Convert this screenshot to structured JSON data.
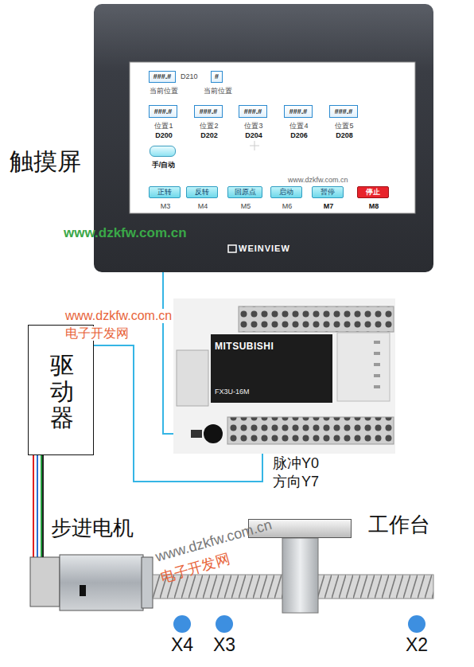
{
  "diagram": {
    "nodes": [
      {
        "text": [
          "触摸屏",
          "WEINVIEW"
        ]
      },
      {
        "text": [
          "###.#",
          "D210",
          "当前位置"
        ],
        "in": 0
      },
      {
        "text": [
          "#",
          "当前位置"
        ],
        "in": 0
      },
      {
        "text": [
          "###.#",
          "位置1",
          "D200"
        ],
        "in": 0
      },
      {
        "text": [
          "###.#",
          "位置2",
          "D202"
        ],
        "in": 0
      },
      {
        "text": [
          "###.#",
          "位置3",
          "D204"
        ],
        "in": 0
      },
      {
        "text": [
          "###.#",
          "位置4",
          "D206"
        ],
        "in": 0
      },
      {
        "text": [
          "###.#",
          "位置5",
          "D208"
        ],
        "in": 0
      },
      {
        "text": [
          "手/自动"
        ],
        "in": 0
      },
      {
        "text": [
          "正转",
          "M3"
        ],
        "in": 0
      },
      {
        "text": [
          "反转",
          "M4"
        ],
        "in": 0
      },
      {
        "text": [
          "回原点",
          "M5"
        ],
        "in": 0
      },
      {
        "text": [
          "启动",
          "M6"
        ],
        "in": 0
      },
      {
        "text": [
          "暂停",
          "M7"
        ],
        "in": 0
      },
      {
        "text": [
          "停止",
          "M8"
        ],
        "in": 0
      },
      {
        "text": [
          "驱动器"
        ]
      },
      {
        "text": [
          "MITSUBISHI",
          "FX3U-16M"
        ]
      },
      {
        "text": [
          "步进电机"
        ]
      },
      {
        "text": [
          "工作台"
        ]
      },
      {
        "text": [
          "X4"
        ]
      },
      {
        "text": [
          "X3"
        ]
      },
      {
        "text": [
          "X2"
        ]
      }
    ],
    "edges": [
      {
        "from": 0,
        "to": 16,
        "arrow": "none"
      },
      {
        "from": 16,
        "to": 15,
        "arrow": "none"
      },
      {
        "from": 15,
        "to": 17,
        "arrow": "none"
      }
    ],
    "labels": [
      "www.dzkfw.com.cn",
      "www.dzkfw.com.cn",
      "www.dzkfw.com.cn",
      "电子开发网",
      "脉冲Y0",
      "方向Y7",
      "www.dzkfw.com.cn",
      "电子开发网"
    ]
  }
}
